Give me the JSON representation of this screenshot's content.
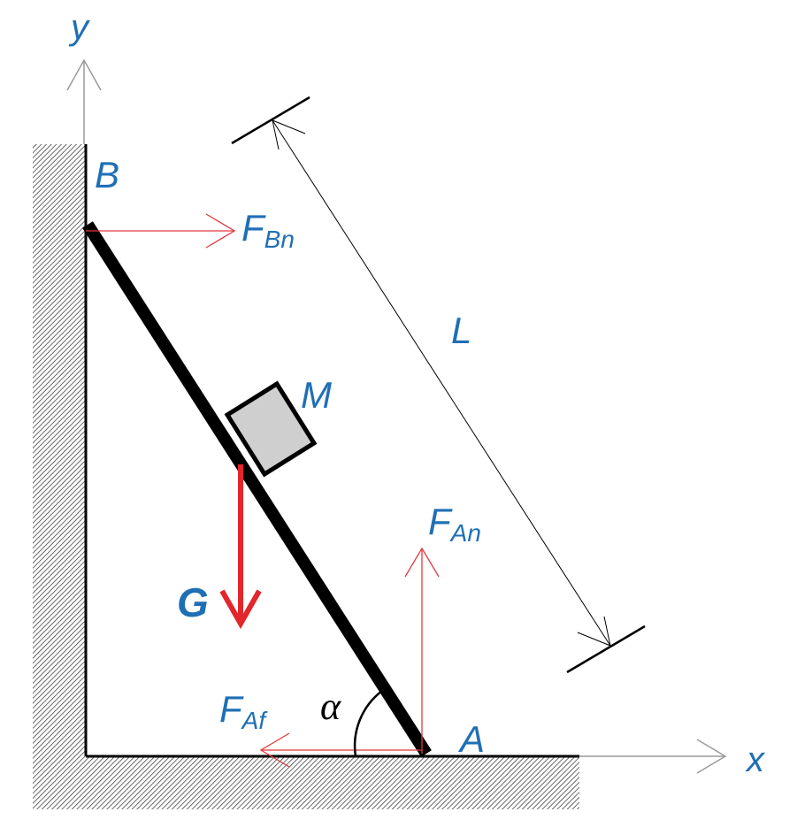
{
  "axes": {
    "x_label": "x",
    "y_label": "y"
  },
  "points": {
    "top": "B",
    "bottom": "A"
  },
  "forces": {
    "wall_normal": {
      "main": "F",
      "sub": "Bn"
    },
    "ground_normal": {
      "main": "F",
      "sub": "An"
    },
    "ground_friction": {
      "main": "F",
      "sub": "Af"
    },
    "weight": "G"
  },
  "mass_label": "M",
  "length_label": "L",
  "angle_label": "α",
  "colors": {
    "label": "#1f6fb5",
    "force": "#e3262b",
    "thin_force": "#e0393e",
    "ladder": "#000000",
    "box_fill": "#cfcfcf",
    "axis": "#9a9a9a",
    "hatch": "#444444"
  }
}
